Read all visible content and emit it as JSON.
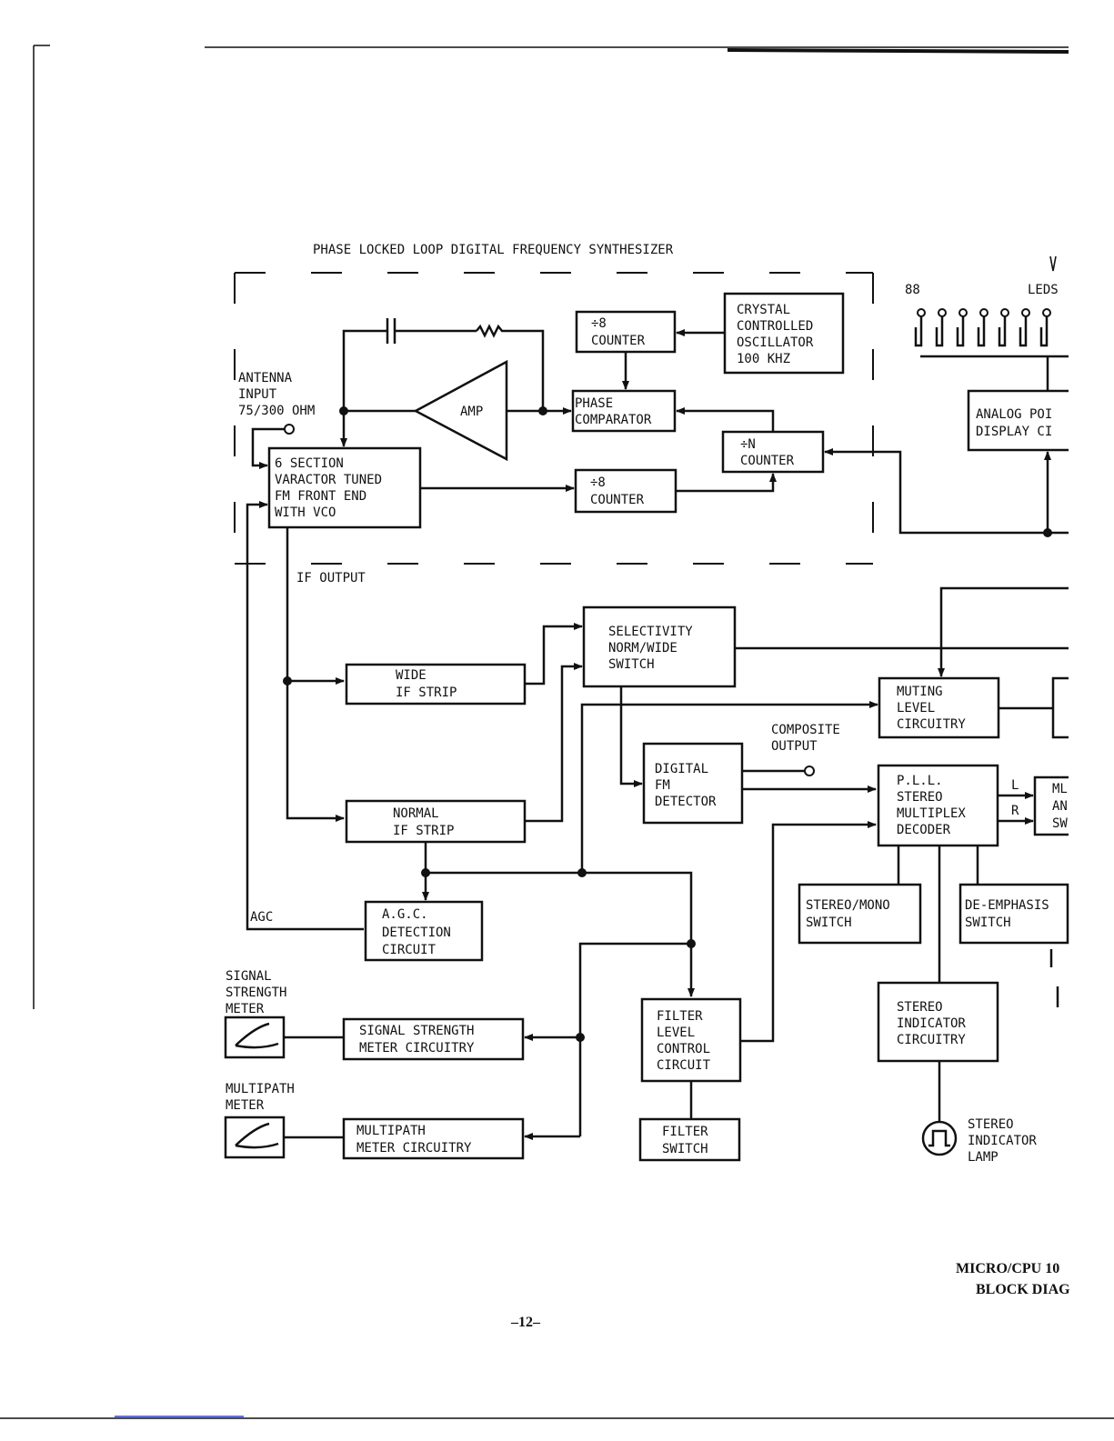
{
  "title": "PHASE LOCKED LOOP DIGITAL FREQUENCY SYNTHESIZER",
  "colors": {
    "ink": "#111111",
    "paper": "#ffffff"
  },
  "blocks": {
    "counter_div8_top": [
      "÷8",
      "COUNTER"
    ],
    "crystal_osc": [
      "CRYSTAL",
      "CONTROLLED",
      "OSCILLATOR",
      "100 KHZ"
    ],
    "phase_comparator": [
      "PHASE",
      "COMPARATOR"
    ],
    "amp": "AMP",
    "n_counter": [
      "÷N",
      "COUNTER"
    ],
    "counter_div8_bottom": [
      "÷8",
      "COUNTER"
    ],
    "front_end": [
      "6 SECTION",
      "VARACTOR TUNED",
      "FM FRONT END",
      "WITH VCO"
    ],
    "analog_display": [
      "ANALOG POI",
      "DISPLAY CI"
    ],
    "selectivity": [
      "SELECTIVITY",
      "NORM/WIDE",
      "SWITCH"
    ],
    "wide_if": [
      "WIDE",
      "IF STRIP"
    ],
    "normal_if": [
      "NORMAL",
      "IF STRIP"
    ],
    "muting": [
      "MUTING",
      "LEVEL",
      "CIRCUITRY"
    ],
    "digital_fm": [
      "DIGITAL",
      "FM",
      "DETECTOR"
    ],
    "pll_decoder": [
      "P.L.L.",
      "STEREO",
      "MULTIPLEX",
      "DECODER"
    ],
    "mux_right": [
      "ML",
      "AN",
      "SW"
    ],
    "agc": [
      "A.G.C.",
      "DETECTION",
      "CIRCUIT"
    ],
    "stereo_mono": [
      "STEREO/MONO",
      "SWITCH"
    ],
    "deemphasis": [
      "DE-EMPHASIS",
      "SWITCH"
    ],
    "signal_strength": [
      "SIGNAL STRENGTH",
      "METER CIRCUITRY"
    ],
    "filter_level": [
      "FILTER",
      "LEVEL",
      "CONTROL",
      "CIRCUIT"
    ],
    "stereo_indicator": [
      "STEREO",
      "INDICATOR",
      "CIRCUITRY"
    ],
    "multipath": [
      "MULTIPATH",
      "METER CIRCUITRY"
    ],
    "filter_switch": [
      "FILTER",
      "SWITCH"
    ]
  },
  "labels": {
    "antenna": [
      "ANTENNA",
      "INPUT",
      "75/300 OHM"
    ],
    "if_output": "IF OUTPUT",
    "composite": [
      "COMPOSITE",
      "OUTPUT"
    ],
    "agc": "AGC",
    "signal_meter": [
      "SIGNAL",
      "STRENGTH",
      "METER"
    ],
    "multipath_meter": [
      "MULTIPATH",
      "METER"
    ],
    "stereo_lamp": [
      "STEREO",
      "INDICATOR",
      "LAMP"
    ],
    "led_88": "88",
    "leds": "LEDS",
    "channel_l": "L",
    "channel_r": "R"
  },
  "footer": {
    "model": "MICRO/CPU 10",
    "caption": "BLOCK DIAG",
    "page": "–12–"
  }
}
